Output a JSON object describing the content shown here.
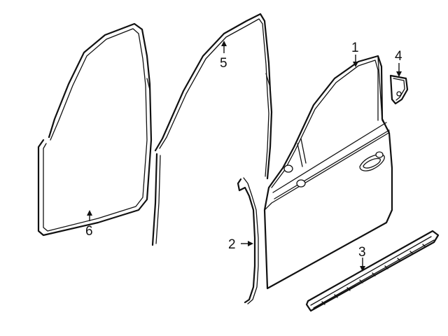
{
  "callouts": [
    {
      "id": "1",
      "label": "1",
      "part": "front-door-shell"
    },
    {
      "id": "2",
      "label": "2",
      "part": "door-hinge-pillar-seal"
    },
    {
      "id": "3",
      "label": "3",
      "part": "rocker-molding"
    },
    {
      "id": "4",
      "label": "4",
      "part": "door-mirror-bracket"
    },
    {
      "id": "5",
      "label": "5",
      "part": "door-frame-weatherstrip"
    },
    {
      "id": "6",
      "label": "6",
      "part": "body-opening-weatherstrip"
    }
  ],
  "colors": {
    "line": "#111111",
    "background": "#ffffff"
  }
}
